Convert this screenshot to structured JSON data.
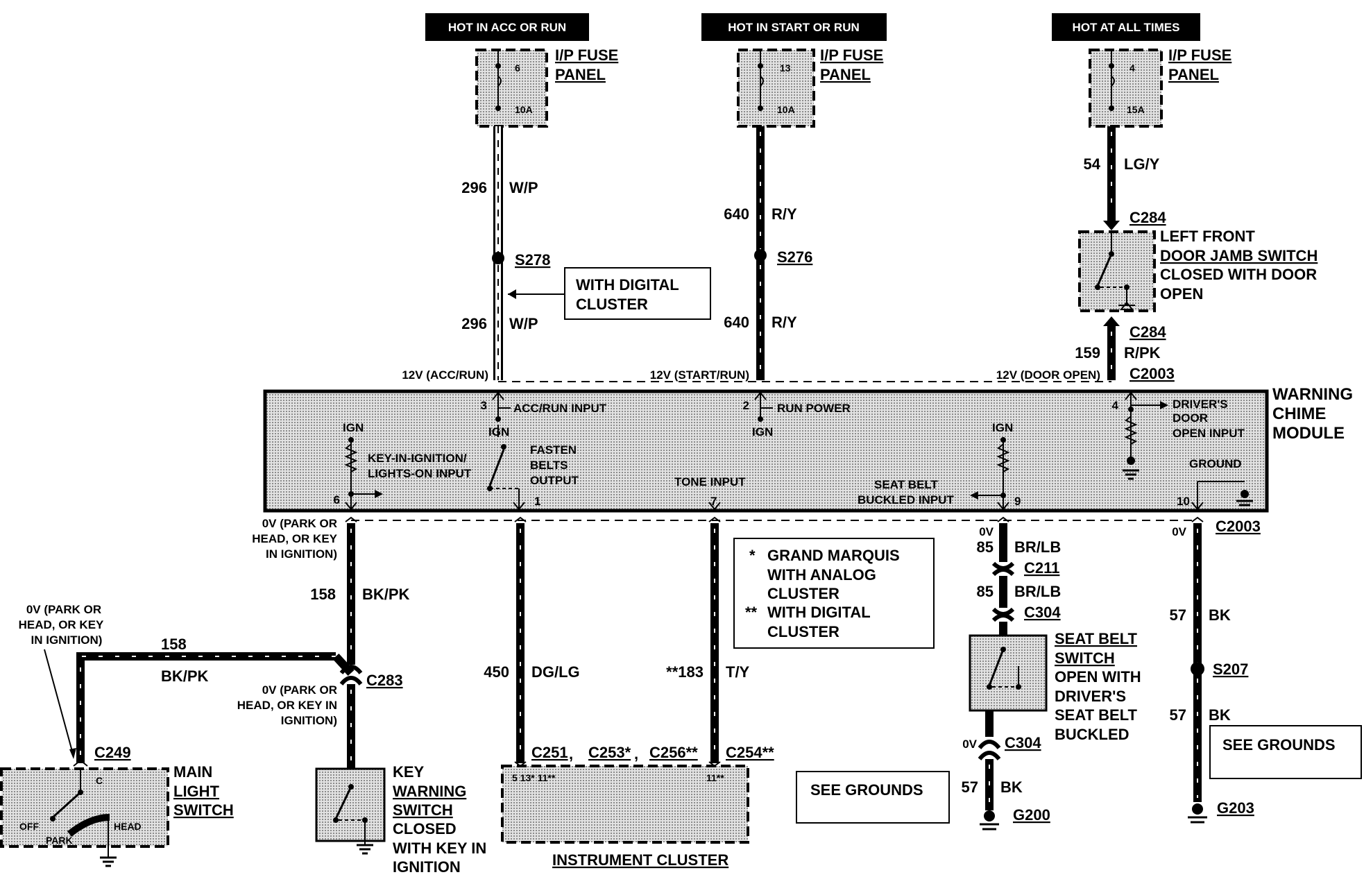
{
  "power_headers": {
    "acc_run": "HOT IN ACC OR RUN",
    "start_run": "HOT IN START OR RUN",
    "all_times": "HOT AT ALL TIMES"
  },
  "fuses": {
    "panel_line1": "I/P FUSE",
    "panel_line2": "PANEL",
    "f6": {
      "number": "6",
      "rating": "10A"
    },
    "f13": {
      "number": "13",
      "rating": "10A"
    },
    "f4": {
      "number": "4",
      "rating": "15A"
    }
  },
  "wires": {
    "w296": {
      "circuit": "296",
      "color": "W/P"
    },
    "w640": {
      "circuit": "640",
      "color": "R/Y"
    },
    "w54": {
      "circuit": "54",
      "color": "LG/Y"
    },
    "w159": {
      "circuit": "159",
      "color": "R/PK"
    },
    "w158": {
      "circuit": "158",
      "color": "BK/PK"
    },
    "w450": {
      "circuit": "450",
      "color": "DG/LG"
    },
    "w183": {
      "circuit": "**183",
      "color": "T/Y"
    },
    "w85": {
      "circuit": "85",
      "color": "BR/LB"
    },
    "w57": {
      "circuit": "57",
      "color": "BK"
    }
  },
  "splices": {
    "s278": "S278",
    "s276": "S276",
    "s207": "S207"
  },
  "connectors": {
    "c284": "C284",
    "c2003": "C2003",
    "c211": "C211",
    "c304": "C304",
    "c283": "C283",
    "c249": "C249",
    "c251": "C251",
    "c253": "C253*",
    "c256": "C256**",
    "c254": "C254**",
    "comma": ","
  },
  "grounds": {
    "g200": "G200",
    "g203": "G203",
    "see": "SEE GROUNDS"
  },
  "digital_note": {
    "line1": "WITH DIGITAL",
    "line2": "CLUSTER"
  },
  "module": {
    "name_lines": [
      "WARNING",
      "CHIME",
      "MODULE"
    ],
    "v_acc": "12V (ACC/RUN)",
    "v_start": "12V (START/RUN)",
    "v_door": "12V (DOOR OPEN)",
    "pins": {
      "p3": "3",
      "p2": "2",
      "p4": "4",
      "p6": "6",
      "p1": "1",
      "p7": "7",
      "p9": "9",
      "p10": "10"
    },
    "acc_input": "ACC/RUN INPUT",
    "run_power": "RUN POWER",
    "door_input_lines": [
      "DRIVER'S",
      "DOOR",
      "OPEN INPUT"
    ],
    "ign": "IGN",
    "key_input_lines": [
      "KEY-IN-IGNITION/",
      "LIGHTS-ON INPUT"
    ],
    "fasten_lines": [
      "FASTEN",
      "BELTS",
      "OUTPUT"
    ],
    "tone_input": "TONE INPUT",
    "seat_input_lines": [
      "SEAT BELT",
      "BUCKLED INPUT"
    ],
    "ground": "GROUND"
  },
  "voltage_notes": {
    "park_head_key": [
      "0V (PARK OR",
      "HEAD, OR KEY",
      "IN IGNITION)"
    ],
    "park_head_key_in": [
      "0V (PARK OR",
      "HEAD, OR KEY IN",
      "IGNITION)"
    ],
    "zero": "0V"
  },
  "legend": {
    "line1_mark": "*",
    "line1": "GRAND MARQUIS",
    "line2": "WITH ANALOG",
    "line3": "CLUSTER",
    "line4_mark": "**",
    "line4": "WITH DIGITAL",
    "line5": "CLUSTER"
  },
  "door_switch": [
    "LEFT FRONT",
    "DOOR JAMB SWITCH",
    "CLOSED WITH DOOR",
    "OPEN"
  ],
  "seat_switch": [
    "SEAT BELT",
    "SWITCH",
    "OPEN WITH",
    "DRIVER'S",
    "SEAT BELT",
    "BUCKLED"
  ],
  "main_light_switch": {
    "name_lines": [
      "MAIN",
      "LIGHT",
      "SWITCH"
    ],
    "c": "C",
    "off": "OFF",
    "park": "PARK",
    "head": "HEAD"
  },
  "key_switch": [
    "KEY",
    "WARNING",
    "SWITCH",
    "CLOSED",
    "WITH KEY IN",
    "IGNITION"
  ],
  "instrument_cluster": {
    "name": "INSTRUMENT CLUSTER",
    "pins_left": "5  13*  11**",
    "pins_right": "11**"
  }
}
